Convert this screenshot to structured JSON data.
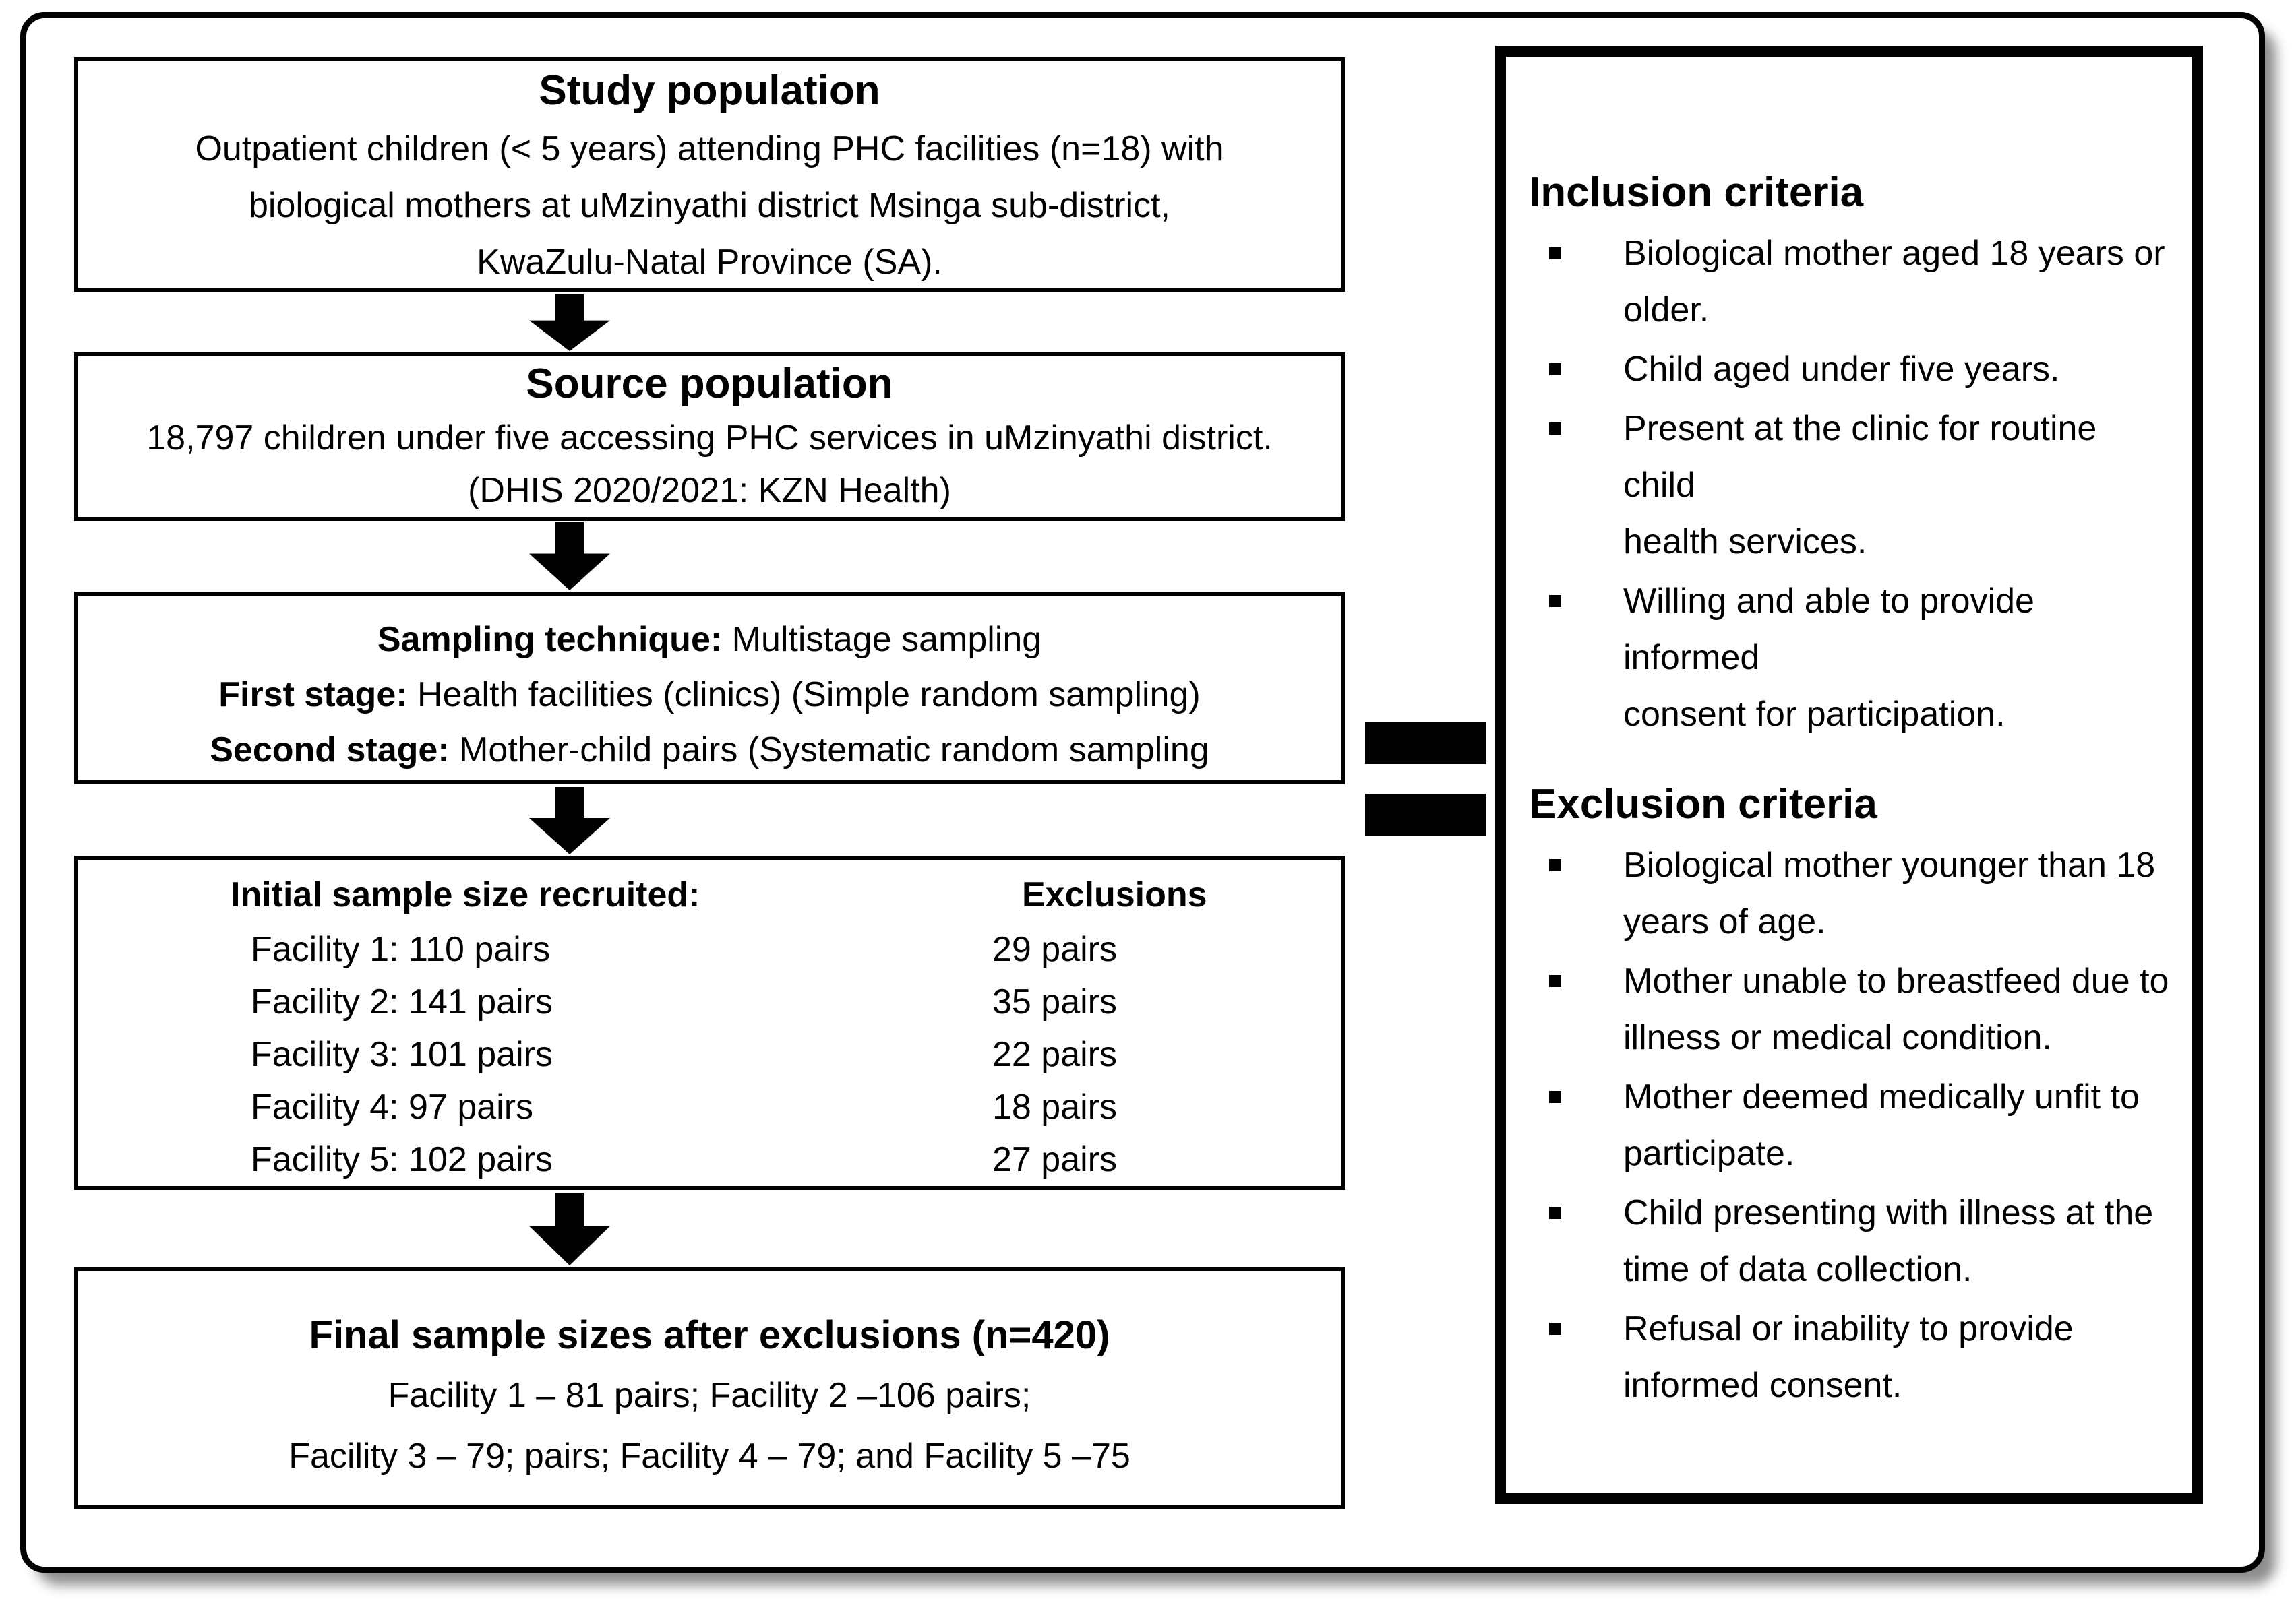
{
  "colors": {
    "ink": "#000000",
    "paper": "#ffffff",
    "shadow_gray": "#8a8a8a"
  },
  "icons": {
    "down_arrow_icon": "▼ solid block arrow pointing down",
    "connector_icon": "= double black bar connector",
    "bullet_icon": "▪ small filled square"
  },
  "study_box": {
    "title": "Study population",
    "lines": [
      "Outpatient children (< 5 years) attending PHC facilities (n=18) with",
      "biological mothers at uMzinyathi district  Msinga sub-district,",
      "KwaZulu-Natal Province (SA)."
    ]
  },
  "source_box": {
    "title": "Source population",
    "lines": [
      "18,797 children under five accessing PHC services in uMzinyathi district.",
      "(DHIS 2020/2021: KZN Health)"
    ]
  },
  "sampling_box": {
    "lines": [
      {
        "bold": "Sampling technique:",
        "rest": " Multistage sampling"
      },
      {
        "bold": "First stage:",
        "rest": " Health facilities (clinics) (Simple random sampling)"
      },
      {
        "bold": "Second stage:",
        "rest": " Mother-child pairs (Systematic random sampling"
      }
    ]
  },
  "recruit_box": {
    "left_header": "Initial sample size recruited:",
    "right_header": "Exclusions",
    "rows": [
      {
        "recruited": "Facility 1: 110 pairs",
        "excluded": "29 pairs"
      },
      {
        "recruited": "Facility 2: 141 pairs",
        "excluded": "35 pairs"
      },
      {
        "recruited": "Facility 3: 101 pairs",
        "excluded": "22 pairs"
      },
      {
        "recruited": "Facility 4: 97 pairs",
        "excluded": "18 pairs"
      },
      {
        "recruited": "Facility 5: 102 pairs",
        "excluded": "27 pairs"
      }
    ]
  },
  "final_box": {
    "title": "Final sample sizes after exclusions (n=420)",
    "lines": [
      "Facility 1 – 81 pairs; Facility 2 –106 pairs;",
      "Facility 3 – 79; pairs; Facility 4 – 79; and Facility 5 –75"
    ]
  },
  "criteria_panel": {
    "inclusion": {
      "heading": "Inclusion criteria",
      "items": [
        "Biological mother aged 18 years or\nolder.",
        "Child aged under five years.",
        "Present at the clinic for routine child\nhealth services.",
        "Willing and able to provide informed\nconsent for participation."
      ]
    },
    "exclusion": {
      "heading": "Exclusion criteria",
      "items": [
        "Biological mother younger than 18\nyears of age.",
        "Mother unable to breastfeed due to\nillness or medical condition.",
        "Mother deemed medically unfit to\nparticipate.",
        "Child presenting with illness at the\ntime of data collection.",
        "Refusal or inability to provide\ninformed consent."
      ]
    }
  }
}
